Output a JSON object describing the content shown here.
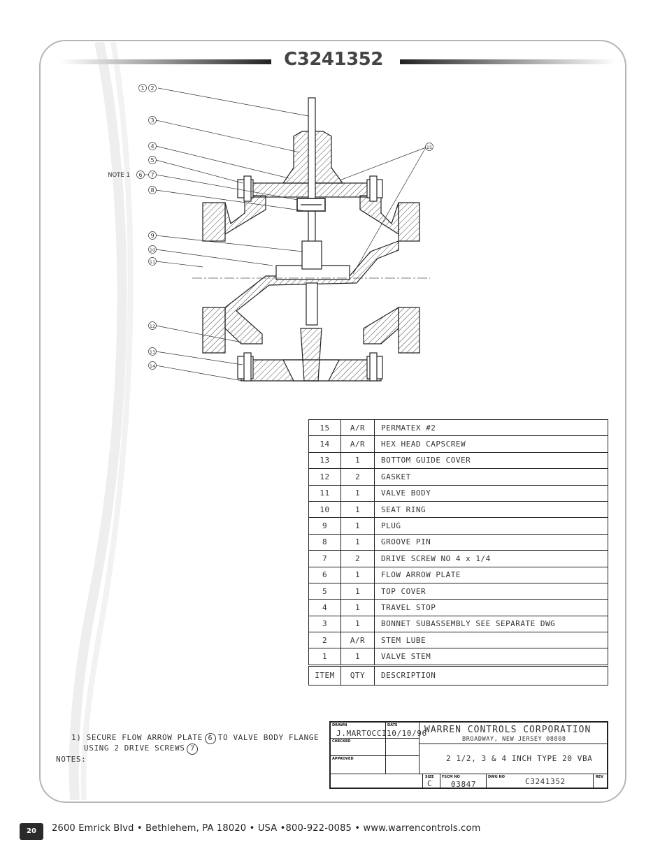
{
  "page": {
    "title": "C3241352",
    "page_number": "20",
    "footer": "2600 Emrick Blvd • Bethlehem, PA 18020 • USA •800-922-0085 • www.warrencontrols.com"
  },
  "drawing": {
    "callouts": [
      "1",
      "2",
      "3",
      "4",
      "5",
      "6",
      "7",
      "8",
      "9",
      "10",
      "11",
      "12",
      "13",
      "14",
      "15"
    ],
    "note_label": "NOTE 1"
  },
  "parts_list": {
    "header": {
      "item": "ITEM",
      "qty": "QTY",
      "description": "DESCRIPTION"
    },
    "rows": [
      {
        "item": "15",
        "qty": "A/R",
        "description": "PERMATEX #2"
      },
      {
        "item": "14",
        "qty": "A/R",
        "description": "HEX HEAD CAPSCREW"
      },
      {
        "item": "13",
        "qty": "1",
        "description": "BOTTOM GUIDE COVER"
      },
      {
        "item": "12",
        "qty": "2",
        "description": "GASKET"
      },
      {
        "item": "11",
        "qty": "1",
        "description": "VALVE BODY"
      },
      {
        "item": "10",
        "qty": "1",
        "description": "SEAT RING"
      },
      {
        "item": "9",
        "qty": "1",
        "description": "PLUG"
      },
      {
        "item": "8",
        "qty": "1",
        "description": "GROOVE PIN"
      },
      {
        "item": "7",
        "qty": "2",
        "description": "DRIVE SCREW NO 4 x 1/4"
      },
      {
        "item": "6",
        "qty": "1",
        "description": "FLOW ARROW PLATE"
      },
      {
        "item": "5",
        "qty": "1",
        "description": "TOP COVER"
      },
      {
        "item": "4",
        "qty": "1",
        "description": "TRAVEL STOP"
      },
      {
        "item": "3",
        "qty": "1",
        "description": "BONNET SUBASSEMBLY     SEE SEPARATE DWG"
      },
      {
        "item": "2",
        "qty": "A/R",
        "description": "STEM LUBE"
      },
      {
        "item": "1",
        "qty": "1",
        "description": "VALVE STEM"
      }
    ]
  },
  "notes": {
    "line1_a": "1) SECURE FLOW ARROW PLATE",
    "line1_ref": "6",
    "line1_b": "TO VALVE BODY FLANGE",
    "line2_a": "USING 2 DRIVE SCREWS",
    "line2_ref": "7",
    "heading": "NOTES:"
  },
  "title_block": {
    "drawn_label": "DRAWN",
    "drawn_by": "J.MARTOCCI",
    "date_label": "DATE",
    "date": "10/10/96",
    "checked_label": "CHECKED",
    "approved_label": "APPROVED",
    "company": "WARREN CONTROLS CORPORATION",
    "location": "BROADWAY, NEW JERSEY 08808",
    "description": "2 1/2, 3 & 4 INCH TYPE 20 VBA",
    "size_label": "SIZE",
    "size": "C",
    "fscm_label": "FSCM NO",
    "fscm": "03847",
    "dwg_label": "DWG NO",
    "dwg_no": "C3241352",
    "rev_label": "REV"
  }
}
